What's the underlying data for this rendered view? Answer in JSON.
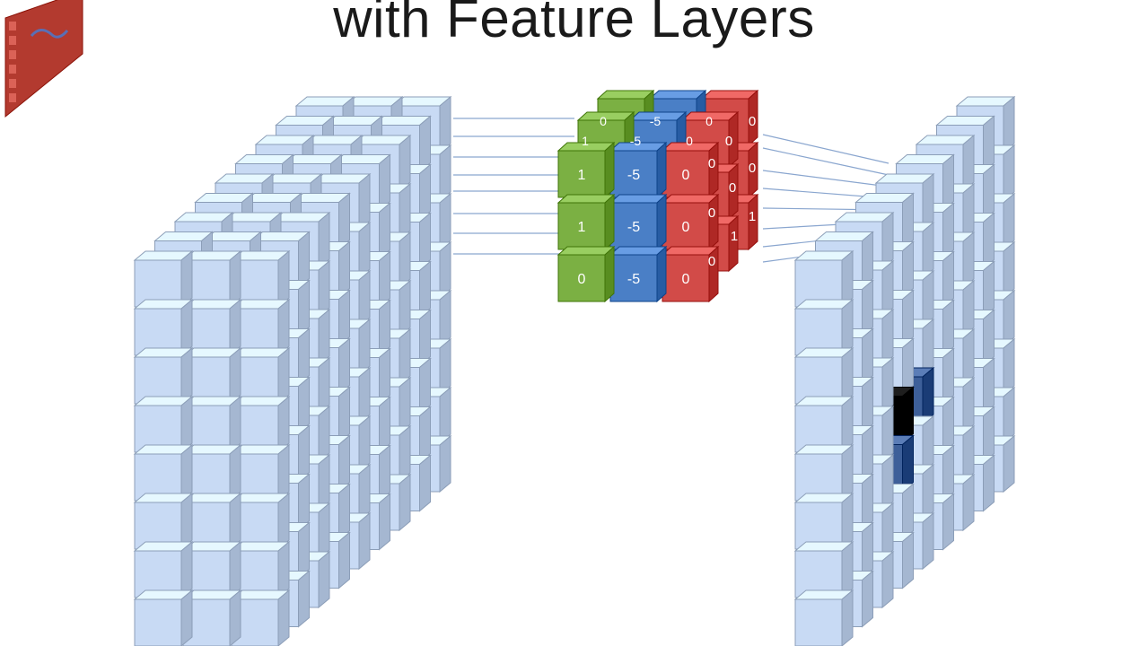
{
  "slide": {
    "title": "with Feature Layers"
  },
  "colors": {
    "cube_face": "#c8daf4",
    "cube_top": "#e3ecfa",
    "cube_side": "#9db9e3",
    "cube_edge": "#7f9fcb",
    "highlight_dark": "#000000",
    "highlight_blue": "#3d5f99",
    "filter_green": "#7bb043",
    "filter_blue": "#4a7fc6",
    "filter_red": "#d24b48",
    "connector_line": "#8aa6cf",
    "logo_red": "#b33a2f"
  },
  "filter": {
    "front_values": {
      "green": [
        "1",
        "1",
        "0"
      ],
      "blue": [
        "-5",
        "-5",
        "-5"
      ],
      "red": [
        "0",
        "0",
        "0"
      ]
    },
    "top_values": {
      "green": [
        "1",
        "0",
        "0"
      ],
      "blue": [
        "-5",
        "-5",
        "-5"
      ],
      "red": [
        "0",
        "0",
        "0"
      ]
    },
    "side_values": [
      "0",
      "0",
      "0",
      "0",
      "0",
      "1",
      "0",
      "0",
      "1"
    ]
  },
  "icons": {
    "logo": "slide-logo-icon"
  }
}
